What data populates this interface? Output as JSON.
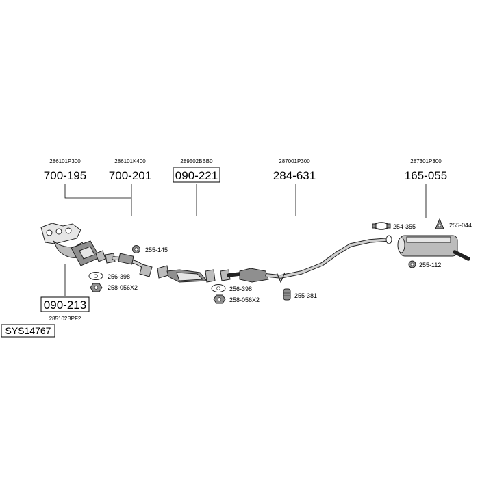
{
  "system_code": "SYS14767",
  "parts": {
    "manifold_cat": {
      "oem": "286101P300",
      "number": "700-195"
    },
    "front_pipe": {
      "oem": "286101K400",
      "number": "700-201"
    },
    "catalyst": {
      "oem": "289502BBB0",
      "number": "090-221"
    },
    "centre_section": {
      "oem": "287001P300",
      "number": "284-631"
    },
    "rear_silencer": {
      "oem": "287301P300",
      "number": "165-055"
    },
    "pre_catalyst": {
      "oem": "285102BPF2",
      "number": "090-213"
    }
  },
  "fittings": {
    "f_255_145": "255-145",
    "f_256_398_a": "256-398",
    "f_258_056x2_a": "258-056X2",
    "f_256_398_b": "256-398",
    "f_258_056x2_b": "258-056X2",
    "f_255_381": "255-381",
    "f_254_355": "254-355",
    "f_255_044": "255-044",
    "f_255_112": "255-112"
  }
}
